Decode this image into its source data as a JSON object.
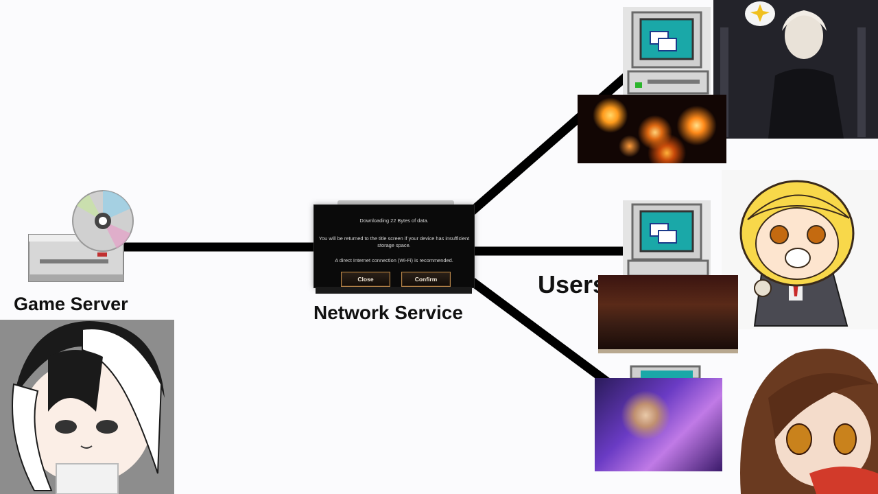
{
  "labels": {
    "game_server": "Game Server",
    "network_service": "Network Service",
    "users": "Users"
  },
  "dialog": {
    "download_message": "Downloading 22 Bytes of data.",
    "storage_message": "You will be returned to the title screen if your device has insufficient storage space.",
    "wifi_message": "A direct Internet connection (Wi-Fi) is recommended.",
    "close_label": "Close",
    "confirm_label": "Confirm"
  },
  "colors": {
    "background": "#fbfbfd",
    "link": "#000000",
    "dialog_bg": "#0a0a0a",
    "button_border": "#b8864a",
    "monitor_screen": "#1aa8a8"
  },
  "icons": {
    "server": "cd-server-icon",
    "users": [
      "retro-computer-icon",
      "retro-computer-icon",
      "retro-computer-icon"
    ]
  }
}
